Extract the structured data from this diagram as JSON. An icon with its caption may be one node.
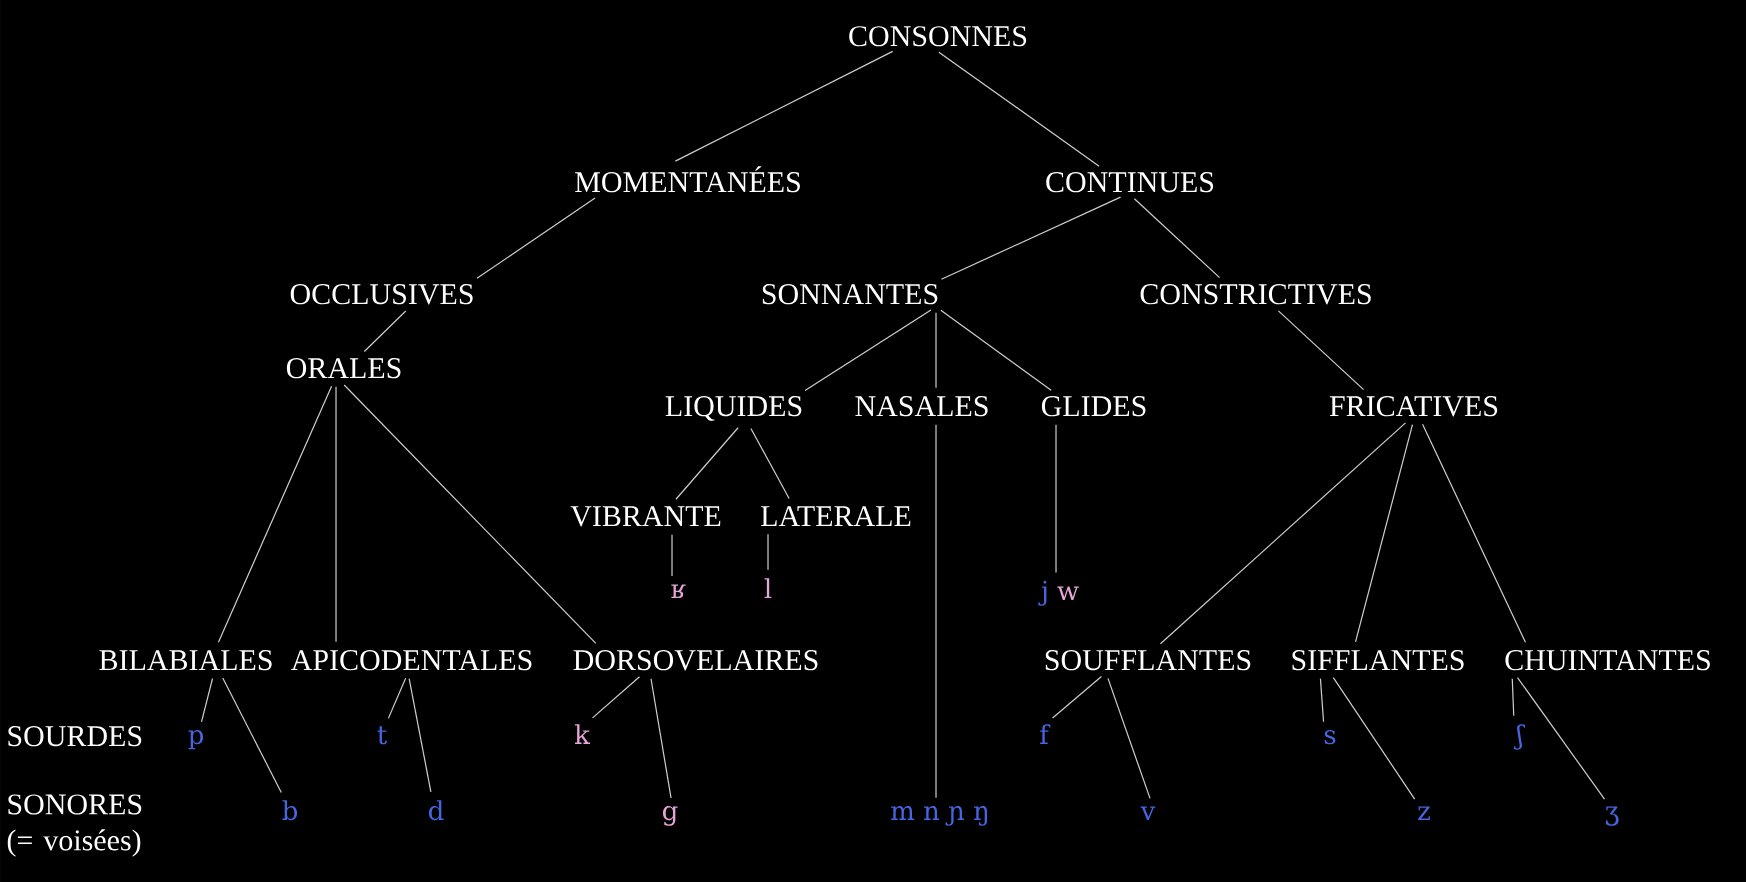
{
  "diagram": {
    "nodes": [
      {
        "text": [
          "CONSONNES"
        ]
      },
      {
        "text": [
          "MOMENTANÉES"
        ]
      },
      {
        "text": [
          "CONTINUES"
        ]
      },
      {
        "text": [
          "OCCLUSIVES"
        ]
      },
      {
        "text": [
          "SONNANTES"
        ]
      },
      {
        "text": [
          "CONSTRICTIVES"
        ]
      },
      {
        "text": [
          "ORALES"
        ]
      },
      {
        "text": [
          "LIQUIDES"
        ]
      },
      {
        "text": [
          "NASALES"
        ]
      },
      {
        "text": [
          "GLIDES"
        ]
      },
      {
        "text": [
          "FRICATIVES"
        ]
      },
      {
        "text": [
          "VIBRANTE"
        ]
      },
      {
        "text": [
          "LATERALE"
        ]
      },
      {
        "text": [
          "ʁ"
        ]
      },
      {
        "text": [
          "l"
        ]
      },
      {
        "text": [
          "j",
          "w"
        ]
      },
      {
        "text": [
          "BILABIALES"
        ]
      },
      {
        "text": [
          "APICODENTALES"
        ]
      },
      {
        "text": [
          "DORSOVELAIRES"
        ]
      },
      {
        "text": [
          "SOUFFLANTES"
        ]
      },
      {
        "text": [
          "SIFFLANTES"
        ]
      },
      {
        "text": [
          "CHUINTANTES"
        ]
      },
      {
        "text": [
          "p"
        ]
      },
      {
        "text": [
          "b"
        ]
      },
      {
        "text": [
          "t"
        ]
      },
      {
        "text": [
          "d"
        ]
      },
      {
        "text": [
          "k"
        ]
      },
      {
        "text": [
          "g"
        ]
      },
      {
        "text": [
          "m n ɲ ŋ"
        ]
      },
      {
        "text": [
          "f"
        ]
      },
      {
        "text": [
          "v"
        ]
      },
      {
        "text": [
          "s"
        ]
      },
      {
        "text": [
          "z"
        ]
      },
      {
        "text": [
          "ʃ"
        ]
      },
      {
        "text": [
          "ʒ"
        ]
      }
    ],
    "edges": [
      {
        "from": 0,
        "to": 1,
        "arrow": "none"
      },
      {
        "from": 0,
        "to": 2,
        "arrow": "none"
      },
      {
        "from": 1,
        "to": 3,
        "arrow": "none"
      },
      {
        "from": 2,
        "to": 4,
        "arrow": "none"
      },
      {
        "from": 2,
        "to": 5,
        "arrow": "none"
      },
      {
        "from": 3,
        "to": 6,
        "arrow": "none"
      },
      {
        "from": 4,
        "to": 7,
        "arrow": "none"
      },
      {
        "from": 4,
        "to": 8,
        "arrow": "none"
      },
      {
        "from": 4,
        "to": 9,
        "arrow": "none"
      },
      {
        "from": 5,
        "to": 10,
        "arrow": "none"
      },
      {
        "from": 6,
        "to": 16,
        "arrow": "none"
      },
      {
        "from": 6,
        "to": 17,
        "arrow": "none"
      },
      {
        "from": 6,
        "to": 18,
        "arrow": "none"
      },
      {
        "from": 7,
        "to": 11,
        "arrow": "none"
      },
      {
        "from": 7,
        "to": 12,
        "arrow": "none"
      },
      {
        "from": 8,
        "to": 28,
        "arrow": "none"
      },
      {
        "from": 9,
        "to": 15,
        "arrow": "none"
      },
      {
        "from": 10,
        "to": 19,
        "arrow": "none"
      },
      {
        "from": 10,
        "to": 20,
        "arrow": "none"
      },
      {
        "from": 10,
        "to": 21,
        "arrow": "none"
      },
      {
        "from": 11,
        "to": 13,
        "arrow": "none"
      },
      {
        "from": 12,
        "to": 14,
        "arrow": "none"
      },
      {
        "from": 16,
        "to": 22,
        "arrow": "none"
      },
      {
        "from": 16,
        "to": 23,
        "arrow": "none"
      },
      {
        "from": 17,
        "to": 24,
        "arrow": "none"
      },
      {
        "from": 17,
        "to": 25,
        "arrow": "none"
      },
      {
        "from": 18,
        "to": 26,
        "arrow": "none"
      },
      {
        "from": 18,
        "to": 27,
        "arrow": "none"
      },
      {
        "from": 19,
        "to": 29,
        "arrow": "none"
      },
      {
        "from": 19,
        "to": 30,
        "arrow": "none"
      },
      {
        "from": 20,
        "to": 31,
        "arrow": "none"
      },
      {
        "from": 20,
        "to": 32,
        "arrow": "none"
      },
      {
        "from": 21,
        "to": 33,
        "arrow": "none"
      },
      {
        "from": 21,
        "to": 34,
        "arrow": "none"
      }
    ],
    "labels": [
      "SOURDES",
      "SONORES (= voisées)"
    ]
  }
}
